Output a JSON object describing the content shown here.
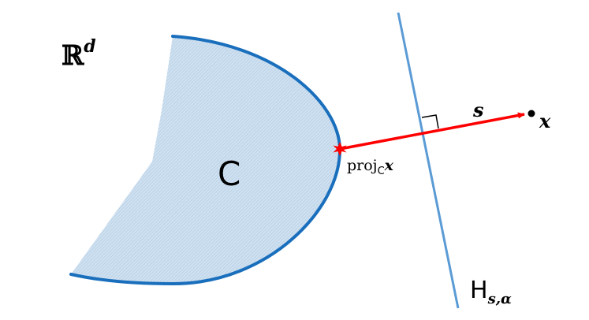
{
  "labels": {
    "space": "ℝ",
    "space_exponent": "d",
    "set": "C",
    "projection_prefix": "proj",
    "projection_subscript": "C",
    "projection_argument": "x",
    "direction": "s",
    "point": "x",
    "hyperplane": "H",
    "hyperplane_subscript": "s,α"
  },
  "colors": {
    "set_fill": "#cfe0ef",
    "set_boundary": "#1a6fbd",
    "hyperplane": "#5b9bd5",
    "arrow": "#ff0000",
    "point": "#000000"
  }
}
